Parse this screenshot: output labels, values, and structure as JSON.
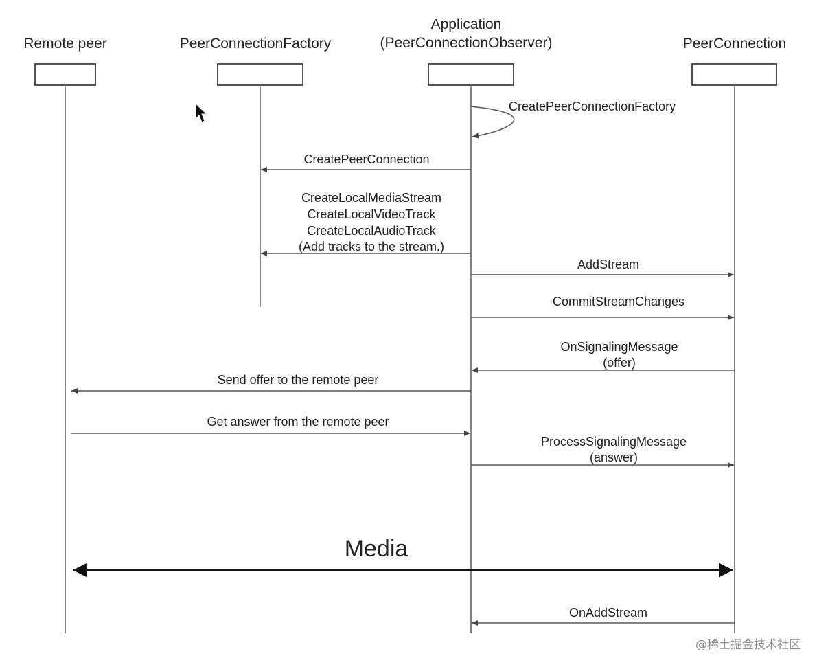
{
  "participants": {
    "remote_peer": "Remote peer",
    "factory": "PeerConnectionFactory",
    "application_line1": "Application",
    "application_line2": "(PeerConnectionObserver)",
    "peer_connection": "PeerConnection"
  },
  "messages": {
    "create_factory": "CreatePeerConnectionFactory",
    "create_peer_connection": "CreatePeerConnection",
    "create_local_media_stream": "CreateLocalMediaStream",
    "create_local_video_track": "CreateLocalVideoTrack",
    "create_local_audio_track": "CreateLocalAudioTrack",
    "add_tracks_note": "(Add tracks to the stream.)",
    "add_stream": "AddStream",
    "commit_stream_changes": "CommitStreamChanges",
    "on_signaling_message": "OnSignalingMessage",
    "offer_note": "(offer)",
    "send_offer": "Send offer to the remote peer",
    "get_answer": "Get answer from the remote peer",
    "process_signaling_message": "ProcessSignalingMessage",
    "answer_note": "(answer)",
    "media": "Media",
    "on_add_stream": "OnAddStream"
  },
  "watermark": "@稀土掘金技术社区",
  "colors": {
    "line": "#555555",
    "text": "#222222",
    "media_arrow": "#111111",
    "watermark": "#8a8a8a"
  }
}
